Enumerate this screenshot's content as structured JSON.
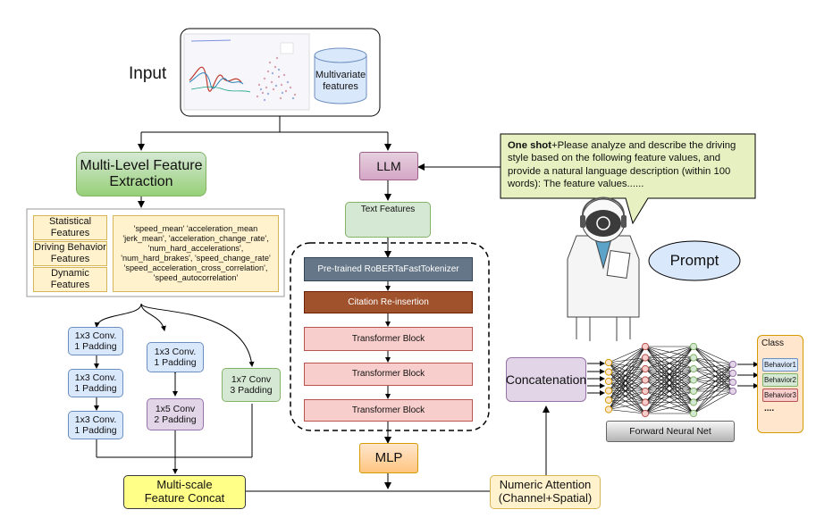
{
  "input": {
    "label": "Input",
    "multivariate_label": "Multivariate\nfeatures"
  },
  "feature_extraction": {
    "label": "Multi-Level Feature\nExtraction"
  },
  "feature_groups": {
    "items": [
      "Statistical\nFeatures",
      "Driving Behavior\nFeatures",
      "Dynamic\nFeatures"
    ],
    "feature_list": "'speed_mean'   'acceleration_mean\n'jerk_mean',   'acceleration_change_rate',\n'num_hard_accelerations',\n'num_hard_brakes',   'speed_change_rate'\n'speed_acceleration_cross_correlation',\n'speed_autocorrelation'"
  },
  "convs": {
    "branch1": [
      "1x3 Conv.\n1 Padding",
      "1x3 Conv.\n1 Padding",
      "1x3 Conv.\n1 Padding"
    ],
    "branch2": [
      "1x3 Conv.\n1 Padding",
      "1x5 Conv\n2 Padding"
    ],
    "branch3": [
      "1x7 Conv\n3 Padding"
    ]
  },
  "concat_feature": {
    "label": "Multi-scale\nFeature Concat"
  },
  "llm": {
    "label": "LLM",
    "text_features_label": "Text Features"
  },
  "encoder": {
    "tokenizer_label": "Pre-trained RoBERTaFastTokenizer",
    "citation_label": "Citation Re-insertion",
    "blocks": [
      "Transformer Block",
      "Transformer Block",
      "Transformer Block"
    ]
  },
  "mlp": {
    "label": "MLP"
  },
  "attention": {
    "label": "Numeric Attention\n(Channel+Spatial)"
  },
  "prompt": {
    "bold_prefix": "One shot",
    "text": "+Please analyze and describe the driving style based on the following feature values, and provide a natural language description (within 100 words): The feature values......",
    "label": "Prompt"
  },
  "concatenation": {
    "label": "Concatenation"
  },
  "fnn": {
    "label": "Forward Neural Net"
  },
  "classes": {
    "title": "Class",
    "items": [
      "Behavior1",
      "Behavior2",
      "Behavior3",
      "...."
    ]
  },
  "colors": {
    "green": "#d6e8cc",
    "purple": "#e1d5e7",
    "blue": "#dae8fc",
    "yellow_light": "#fff2cc",
    "yellow_bright": "#ffff88",
    "brown": "#a0522d",
    "slate": "#647687",
    "pink": "#f8cecc",
    "peach": "#ffe6cc",
    "lime": "#e6f0c0"
  }
}
